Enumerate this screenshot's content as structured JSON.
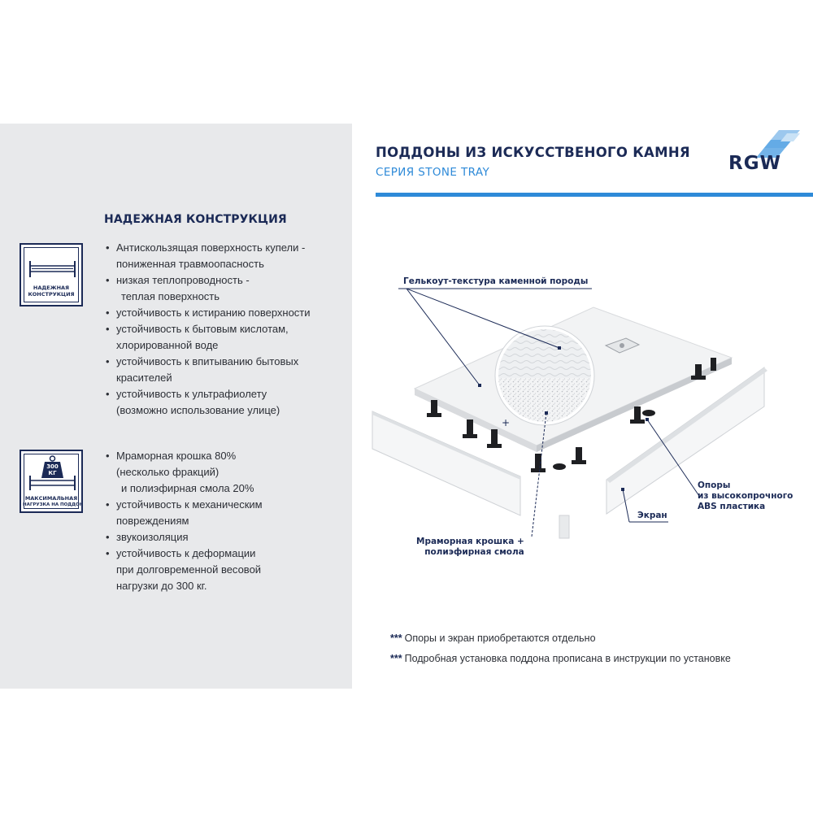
{
  "header": {
    "title": "ПОДДОНЫ ИЗ ИСКУССТВЕНОГО КАМНЯ",
    "subtitle": "СЕРИЯ STONE TRAY",
    "logo_text": "RGW",
    "accent_color": "#2e8ad8",
    "brand_color": "#1b2a56"
  },
  "left": {
    "section_title": "НАДЕЖНАЯ КОНСТРУКЦИЯ",
    "badge1": {
      "icon": "shelf-icon",
      "lines": [
        "НАДЕЖНАЯ",
        "КОНСТРУКЦИЯ"
      ]
    },
    "badge2": {
      "icon": "weight-load-icon",
      "weight_top": "300",
      "weight_bottom": "КГ",
      "lines": [
        "МАКСИМАЛЬНАЯ",
        "НАГРУЗКА НА ПОДДОН"
      ]
    },
    "list1": [
      [
        "Антискользящая поверхность купели -",
        "пониженная травмоопасность"
      ],
      [
        "низкая теплопроводность -",
        "теплая поверхность"
      ],
      [
        "устойчивость к истиранию поверхности"
      ],
      [
        "устойчивость к бытовым кислотам,",
        "хлорированной воде"
      ],
      [
        "устойчивость к впитыванию бытовых",
        "красителей"
      ],
      [
        "устойчивость к ультрафиолету",
        "(возможно использование улице)"
      ]
    ],
    "list2": [
      [
        "Мраморная крошка 80%",
        "(несколько фракций)",
        "и полиэфирная смола 20%"
      ],
      [
        "устойчивость к механическим",
        "повреждениям"
      ],
      [
        "звукоизоляция"
      ],
      [
        "устойчивость к деформации",
        "при долговременной весовой",
        "нагрузки до 300 кг."
      ]
    ]
  },
  "diagram": {
    "label_gelcoat": "Гелькоут-текстура каменной породы",
    "label_marble": [
      "Мраморная крошка +",
      "полиэфирная смола"
    ],
    "label_supports": [
      "Опоры",
      "из высокопрочного",
      "ABS пластика"
    ],
    "label_screen": "Экран"
  },
  "notes": [
    {
      "stars": "***",
      "text": "Опоры и экран приобретаются отдельно"
    },
    {
      "stars": "***",
      "text": "Подробная установка поддона прописана в инструкции по установке"
    }
  ]
}
